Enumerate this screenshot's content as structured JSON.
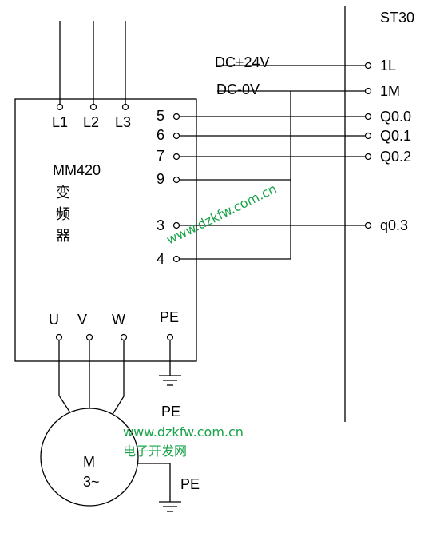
{
  "plc": {
    "name": "ST30",
    "terminals": [
      "1L",
      "1M",
      "Q0.0",
      "Q0.1",
      "Q0.2",
      "q0.3"
    ]
  },
  "supply": {
    "plus": "DC+24V",
    "minus": "DC-0V"
  },
  "inverter": {
    "model": "MM420",
    "name_lines": [
      "变",
      "频",
      "器"
    ],
    "inputs": [
      "L1",
      "L2",
      "L3"
    ],
    "controls": [
      "5",
      "6",
      "7",
      "9",
      "3",
      "4"
    ],
    "outputs": [
      "U",
      "V",
      "W",
      "PE"
    ]
  },
  "ground_labels": [
    "PE",
    "PE"
  ],
  "motor": {
    "line1": "M",
    "line2": "3~"
  },
  "watermarks": {
    "diagonal": "www.dzkfw.com.cn",
    "url": "www.dzkfw.com.cn",
    "cn": "电子开发网"
  }
}
